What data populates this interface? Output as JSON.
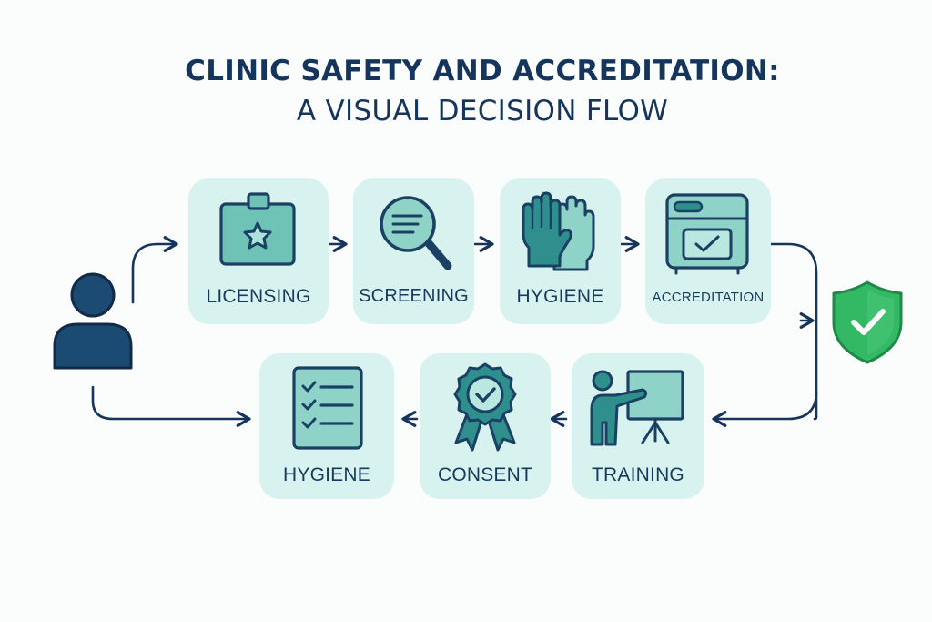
{
  "title": {
    "line1": "CLINIC SAFETY AND ACCREDITATION:",
    "line2": "A VISUAL DECISION FLOW"
  },
  "colors": {
    "navy": "#16355c",
    "teal": "#2e8f8a",
    "teal_light": "#8fd3c8",
    "card_bg": "#d8f3ef",
    "shield_green": "#33b864"
  },
  "nodes": {
    "person": {
      "icon": "person-icon"
    },
    "licensing": {
      "label": "LICENSING",
      "icon": "license-badge-icon"
    },
    "screening": {
      "label": "SCREENING",
      "icon": "magnifier-icon"
    },
    "hygiene_top": {
      "label": "HYGIENE",
      "icon": "gloves-icon"
    },
    "accreditation": {
      "label": "ACCREDITATION",
      "icon": "certificate-window-icon"
    },
    "shield": {
      "icon": "shield-check-icon"
    },
    "training": {
      "label": "TRAINING",
      "icon": "presenter-icon"
    },
    "consent": {
      "label": "CONSENT",
      "icon": "award-ribbon-icon"
    },
    "hygiene_bottom": {
      "label": "HYGIENE",
      "icon": "checklist-icon"
    }
  }
}
